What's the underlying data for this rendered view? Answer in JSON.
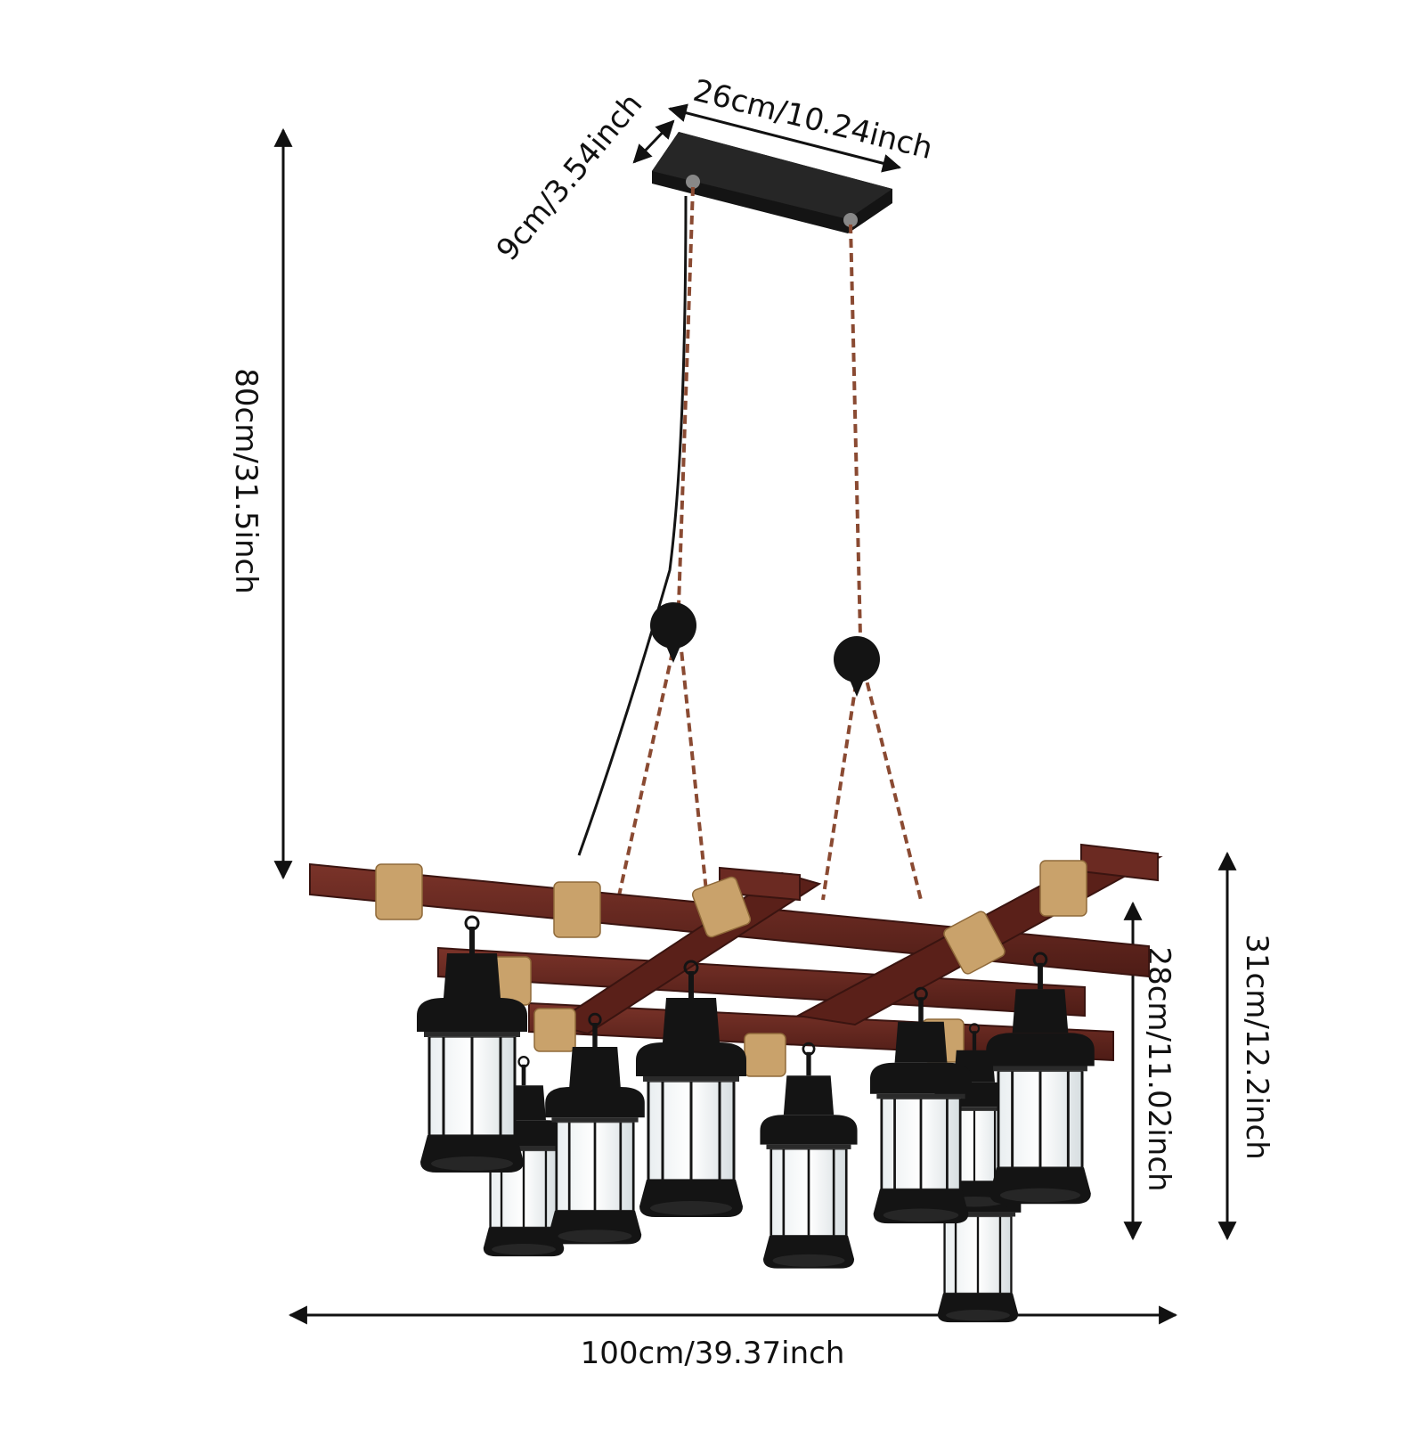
{
  "dimensions": {
    "canopy_depth": "9cm/3.54inch",
    "canopy_width": "26cm/10.24inch",
    "overall_height": "80cm/31.5inch",
    "frame_height": "28cm/11.02inch",
    "lamp_height": "31cm/12.2inch",
    "overall_width": "100cm/39.37inch"
  },
  "colors": {
    "background": "#ffffff",
    "ink": "#111111",
    "wood": "#6b2a22",
    "wood_dark": "#4a1a15",
    "rope": "#c9a26b",
    "metal": "#141414",
    "chain": "#8a4a32",
    "glass": "#cfd8dc"
  }
}
